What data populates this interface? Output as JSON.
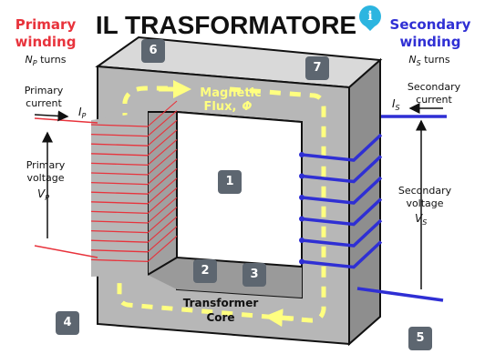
{
  "title": "IL TRASFORMATORE",
  "primary": {
    "heading_line1": "Primary",
    "heading_line2": "winding",
    "turns_sym": "N",
    "turns_sub": "P",
    "turns_word": " turns",
    "current_line1": "Primary",
    "current_line2": "current",
    "current_sym": "I",
    "current_sub": "P",
    "voltage_line1": "Primary",
    "voltage_line2": "voltage",
    "voltage_sym": "V",
    "voltage_sub": "P"
  },
  "secondary": {
    "heading_line1": "Secondary",
    "heading_line2": "winding",
    "turns_sym": "N",
    "turns_sub": "S",
    "turns_word": " turns",
    "current_line1": "Secondary",
    "current_line2": "current",
    "current_sym": "I",
    "current_sub": "S",
    "voltage_line1": "Secondary",
    "voltage_line2": "voltage",
    "voltage_sym": "V",
    "voltage_sub": "S"
  },
  "flux": {
    "line1": "Magnetic",
    "line2": "Flux,",
    "symbol": "Φ"
  },
  "core": {
    "line1": "Transformer",
    "line2": "Core"
  },
  "markers": [
    "1",
    "2",
    "3",
    "4",
    "5",
    "6",
    "7"
  ],
  "info_glyph": "i",
  "colors": {
    "primary": "#e8333c",
    "secondary": "#2f2fd4",
    "flux": "#ffff80",
    "core_front": "#b7b7b7",
    "core_top": "#d9d9d9",
    "core_side": "#8e8e8e",
    "marker": "#5d6670",
    "info": "#2cb5e0"
  }
}
